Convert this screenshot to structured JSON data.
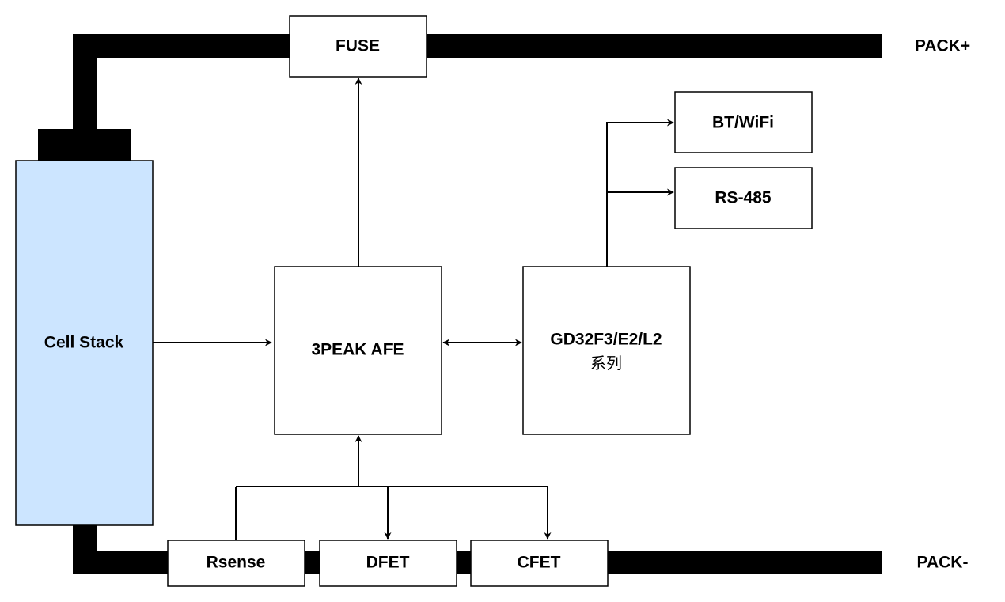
{
  "blocks": {
    "fuse": "FUSE",
    "cell_stack": "Cell Stack",
    "afe": "3PEAK AFE",
    "mcu": "GD32F3/E2/L2",
    "mcu_sub": "系列",
    "bt_wifi": "BT/WiFi",
    "rs485": "RS-485",
    "rsense": "Rsense",
    "dfet": "DFET",
    "cfet": "CFET"
  },
  "terminals": {
    "pack_plus": "PACK+",
    "pack_minus": "PACK-"
  },
  "colors": {
    "cell_stack_fill": "#cce5ff",
    "bus_line": "#000000",
    "box_fill": "#ffffff"
  }
}
